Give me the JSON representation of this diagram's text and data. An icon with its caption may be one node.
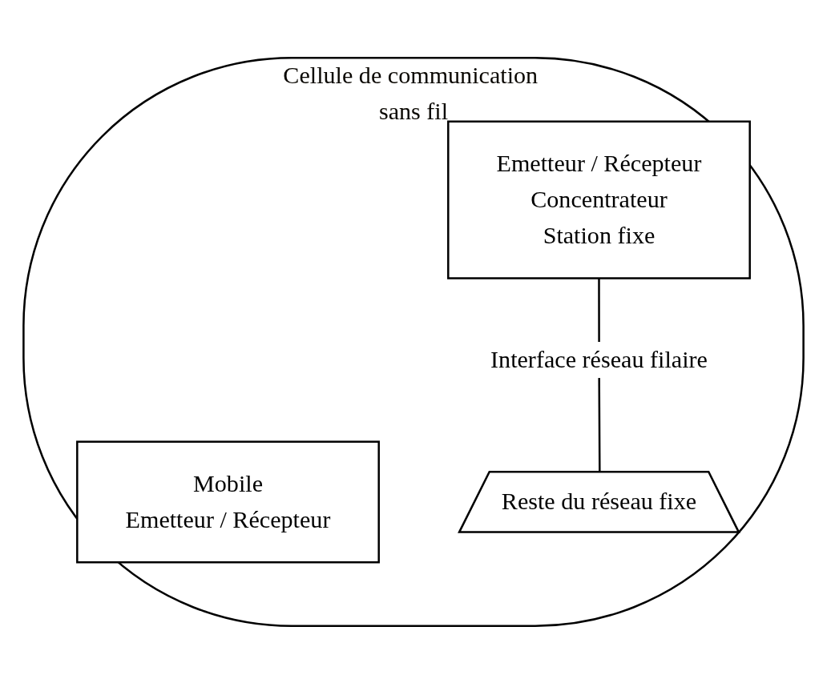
{
  "diagram": {
    "nodes": [
      {
        "text": [
          "Cellule de communication sans fil"
        ]
      },
      {
        "text": [
          "Mobile",
          "Emetteur / Récepteur"
        ],
        "in": 0
      },
      {
        "text": [
          "Emetteur / Récepteur",
          "Concentrateur",
          "Station fixe"
        ],
        "in": 0
      },
      {
        "text": [
          "Reste du réseau fixe"
        ],
        "in": 0
      }
    ],
    "edges": [
      {
        "from": 2,
        "to": 3,
        "arrow": "none",
        "label": "Interface réseau filaire"
      }
    ]
  }
}
